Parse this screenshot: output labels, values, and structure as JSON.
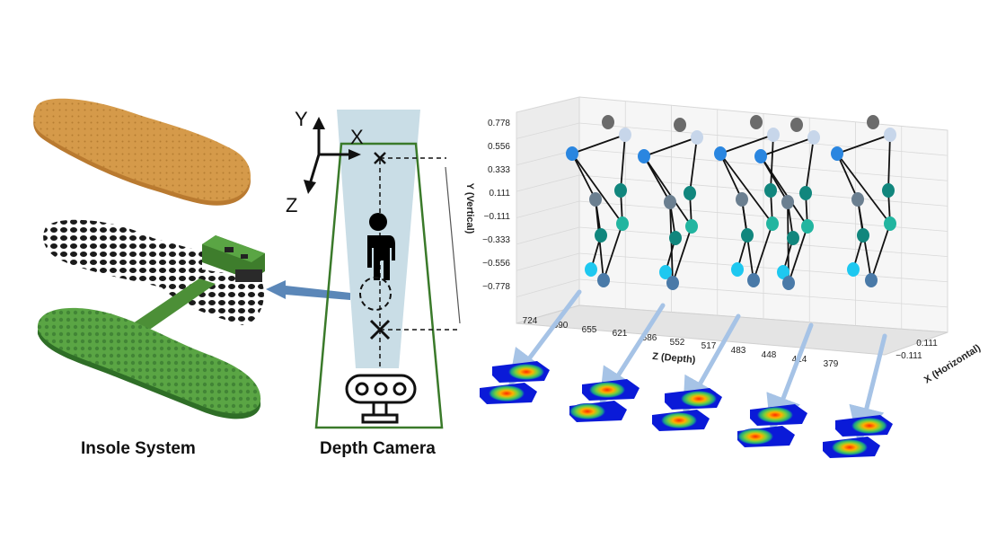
{
  "captions": {
    "insole_system": "Insole System",
    "depth_camera": "Depth Camera"
  },
  "camera_axes": {
    "y": "Y",
    "x": "X",
    "z": "Z"
  },
  "plot": {
    "y_label": "Y (Vertical)",
    "z_label": "Z (Depth)",
    "x_label": "X (Horizontal)",
    "y_ticks": [
      "0.778",
      "0.556",
      "0.333",
      "0.111",
      "−0.111",
      "−0.333",
      "−0.556",
      "−0.778"
    ],
    "z_ticks": [
      "724",
      "690",
      "655",
      "621",
      "586",
      "552",
      "517",
      "483",
      "448",
      "414",
      "379"
    ],
    "x_ticks": [
      "0.111",
      "−0.111"
    ]
  },
  "colors": {
    "insole_top": "#d59a4a",
    "insole_circuit": "#5aa544",
    "camera_frame": "#3a7a2a",
    "camera_beam": "#c9dde6",
    "arrow": "#5b87b8",
    "joint_head": "#6b6b6b",
    "joint_light": "#c7d6ea",
    "joint_blue": "#2a86e0",
    "joint_teal": "#11867d",
    "joint_cyan": "#1ec8f0",
    "joint_slate": "#4a7aa8"
  }
}
